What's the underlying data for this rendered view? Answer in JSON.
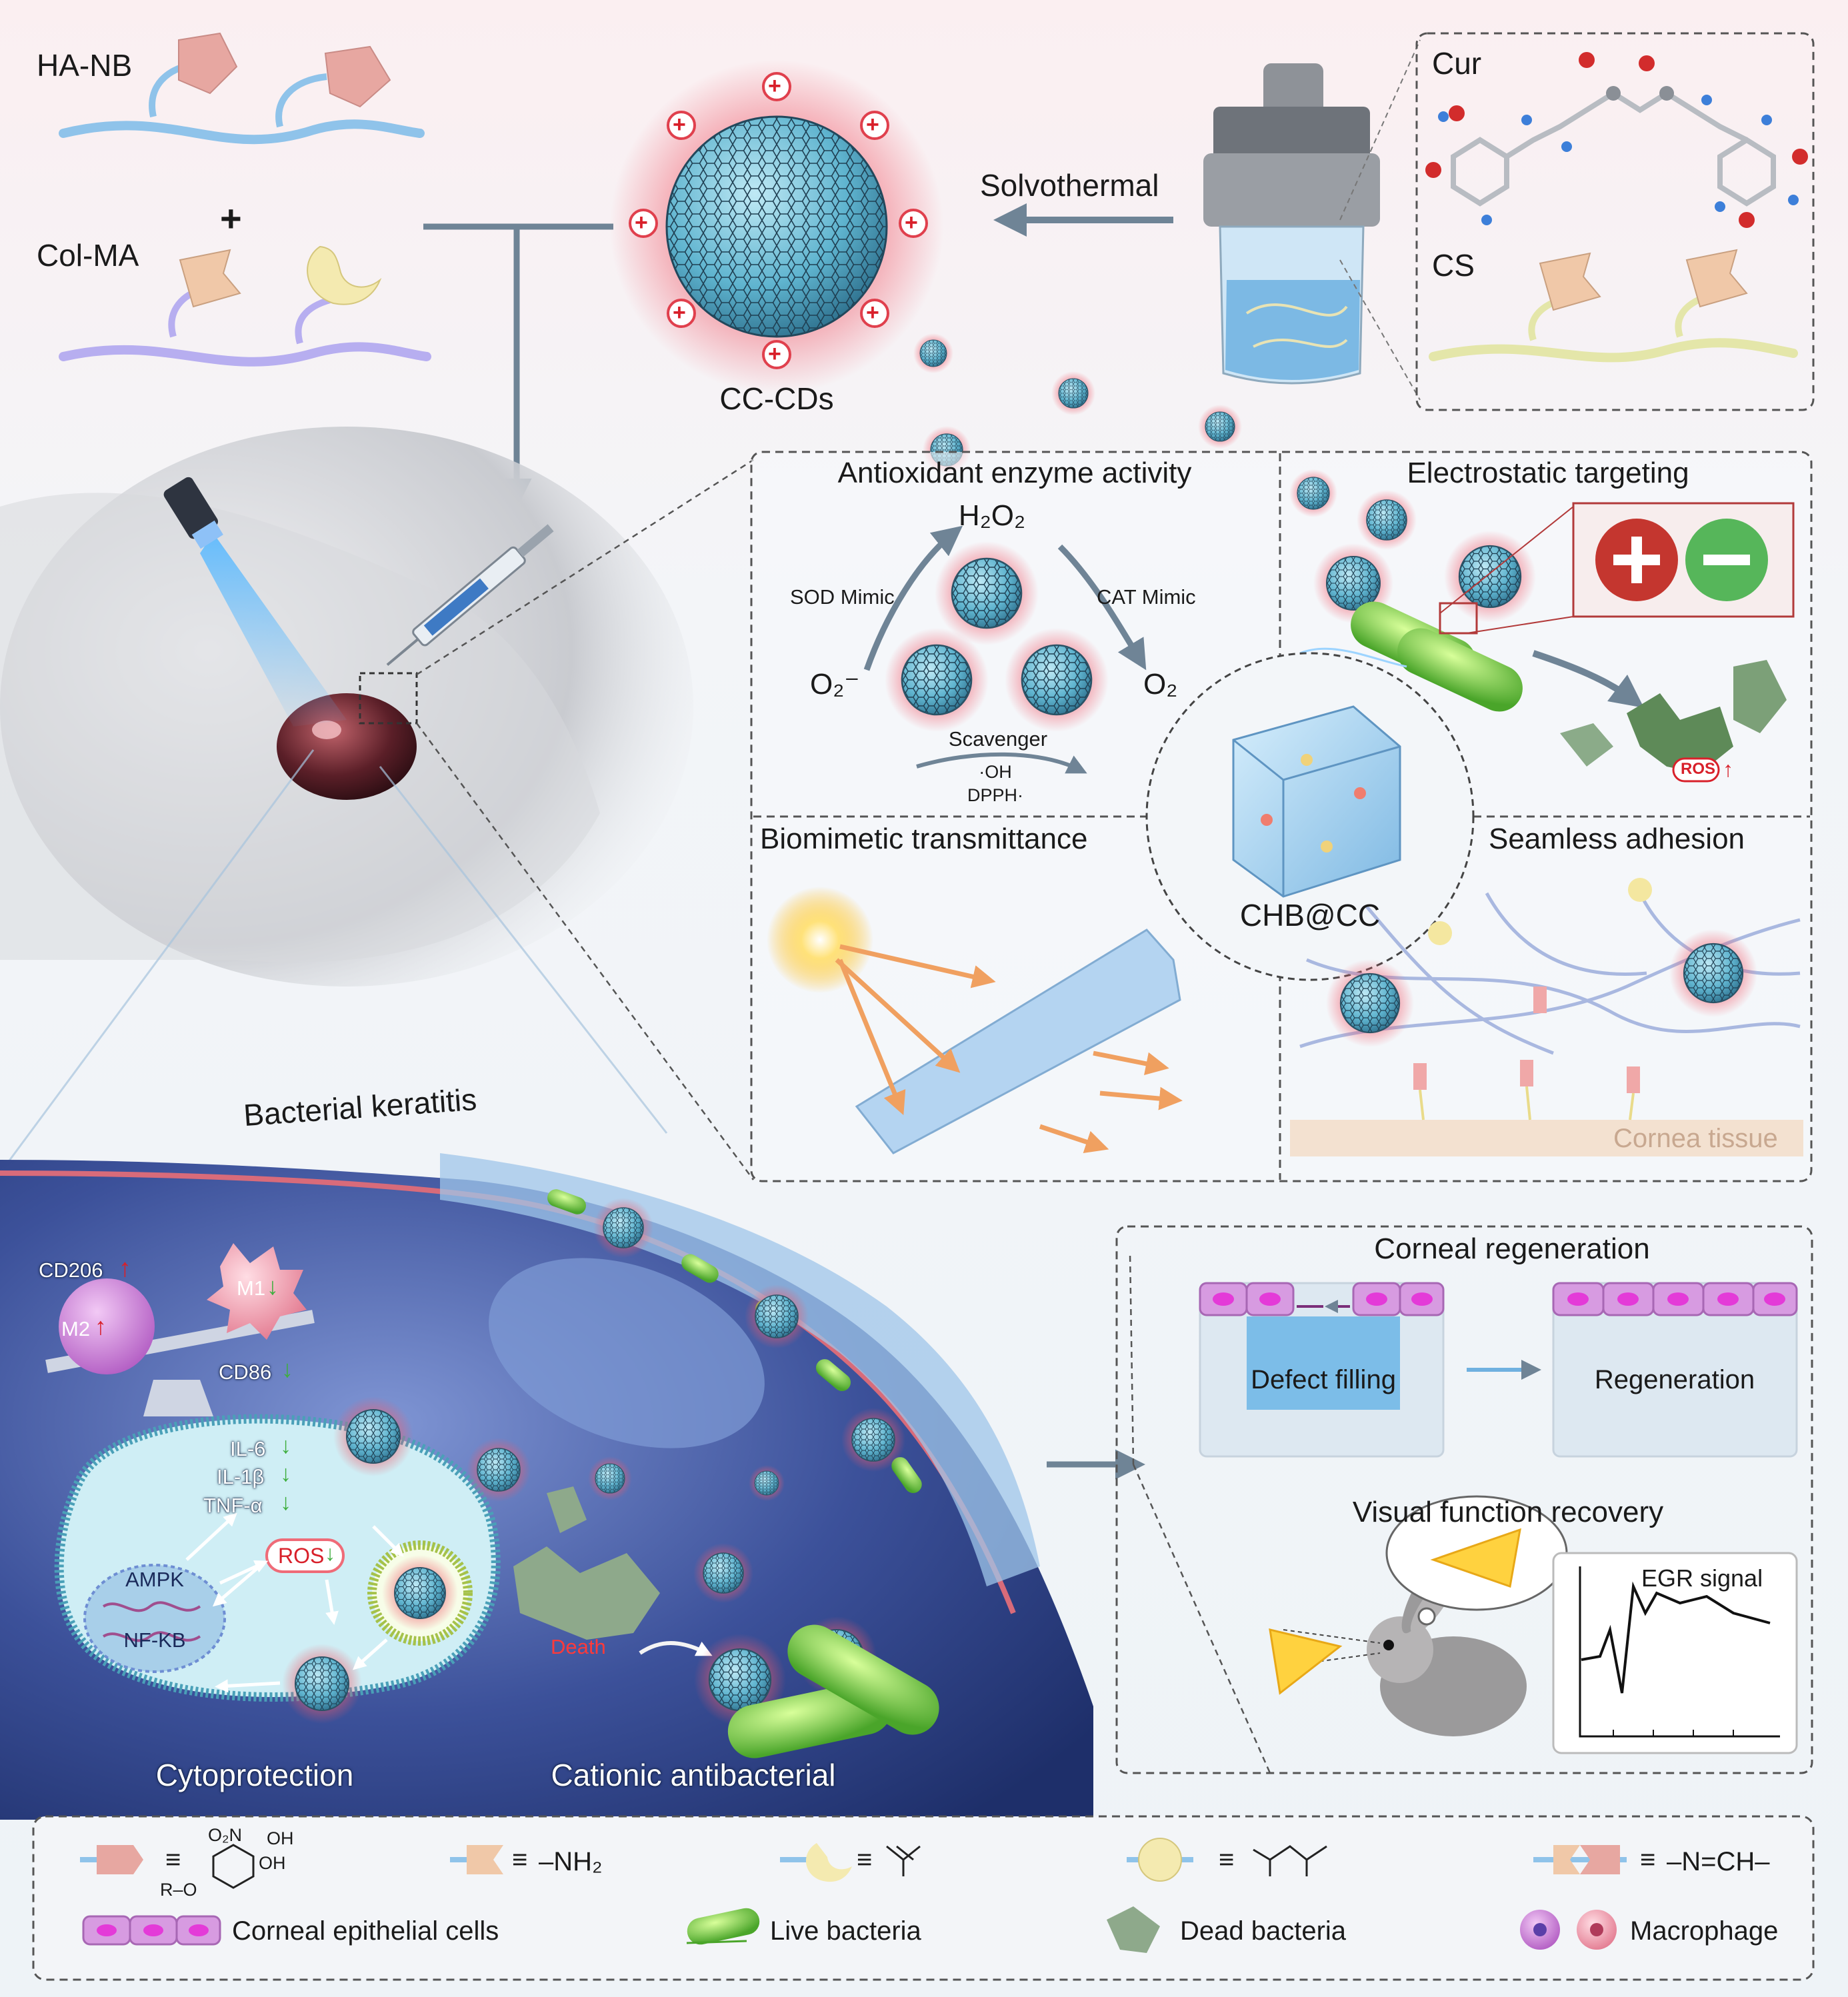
{
  "polymers": {
    "ha_nb": "HA-NB",
    "plus": "+",
    "col_ma": "Col-MA"
  },
  "cc_cds": {
    "label": "CC-CDs",
    "charge": "+"
  },
  "synthesis": {
    "method": "Solvothermal",
    "cur": "Cur",
    "cs": "CS"
  },
  "antioxidant": {
    "title": "Antioxidant enzyme activity",
    "h2o2": "H₂O₂",
    "sod": "SOD Mimic",
    "cat": "CAT Mimic",
    "o2_minus": "O₂⁻",
    "o2": "O₂",
    "scavenger": "Scavenger",
    "oh": "·OH",
    "dpph": "DPPH·"
  },
  "electrostatic": {
    "title": "Electrostatic targeting",
    "ros": "ROS",
    "arrow_up": "↑"
  },
  "hydrogel": {
    "label": "CHB@CC"
  },
  "transmittance": {
    "title": "Biomimetic transmittance"
  },
  "adhesion": {
    "title": "Seamless adhesion",
    "tissue": "Cornea tissue"
  },
  "keratitis": {
    "label": "Bacterial keratitis"
  },
  "macrophage": {
    "cd206": "CD206",
    "m2": "M2",
    "m1": "M1",
    "cd86": "CD86",
    "up": "↑",
    "down": "↓"
  },
  "cell": {
    "il6": "IL-6",
    "il1b": "IL-1β",
    "tnfa": "TNF-α",
    "ampk": "AMPK",
    "nfkb": "NF-KB",
    "ros": "ROS",
    "down": "↓"
  },
  "bottom_labels": {
    "cytoprotection": "Cytoprotection",
    "cationic": "Cationic antibacterial",
    "death": "Death"
  },
  "regeneration": {
    "title": "Corneal regeneration",
    "defect": "Defect filling",
    "regen": "Regeneration"
  },
  "visual": {
    "title": "Visual function recovery",
    "egr": "EGR signal"
  },
  "legend": {
    "eq": "≡",
    "nb_oh1": "OH",
    "nb_oh2": "OH",
    "nb_no2": "O₂N",
    "nb_ro": "R–O",
    "nh2": "–NH₂",
    "imine": "–N=CH–",
    "epithelial": "Corneal epithelial cells",
    "live": "Live bacteria",
    "dead": "Dead bacteria",
    "macrophage": "Macrophage"
  },
  "colors": {
    "cd_blue": "#5fb4cf",
    "glow_red": "#f05a6a",
    "panel_dash": "#555555",
    "arrow_grey": "#6f8496",
    "cornea_dark": "#2b3f7e",
    "cell_pink": "#c56ad0"
  }
}
